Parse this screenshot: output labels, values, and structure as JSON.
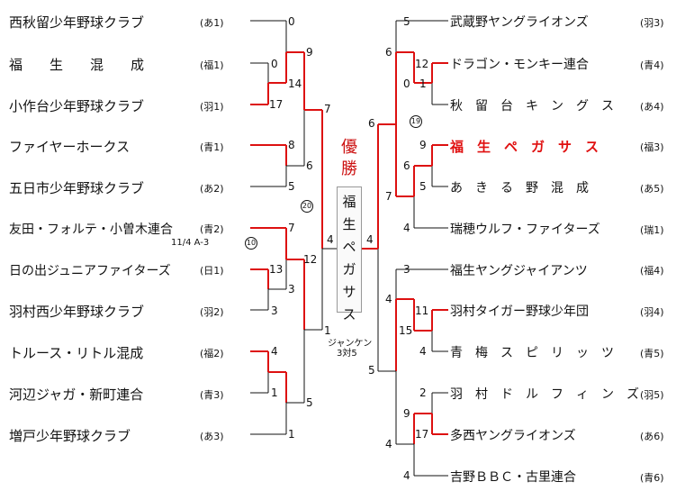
{
  "champion": {
    "title": "優勝",
    "name": "福生ペガサス"
  },
  "left_teams": [
    {
      "name": "西秋留少年野球クラブ",
      "region": "(あ1)"
    },
    {
      "name": "福　　生　　混　　成",
      "region": "(福1)"
    },
    {
      "name": "小作台少年野球クラブ",
      "region": "(羽1)"
    },
    {
      "name": "ファイヤーホークス",
      "region": "(青1)"
    },
    {
      "name": "五日市少年野球クラブ",
      "region": "(あ2)"
    },
    {
      "name": "友田・フォルテ・小曽木連合",
      "region": "(青2)"
    },
    {
      "name": "日の出ジュニアファイターズ",
      "region": "(日1)"
    },
    {
      "name": "羽村西少年野球クラブ",
      "region": "(羽2)"
    },
    {
      "name": "トルース・リトル混成",
      "region": "(福2)"
    },
    {
      "name": "河辺ジャガ・新町連合",
      "region": "(青3)"
    },
    {
      "name": "増戸少年野球クラブ",
      "region": "(あ3)"
    }
  ],
  "right_teams": [
    {
      "name": "武蔵野ヤングライオンズ",
      "region": "(羽3)"
    },
    {
      "name": "ドラゴン・モンキー連合",
      "region": "(青4)"
    },
    {
      "name": "秋　留　台　キ　ン　グ　ス",
      "region": "(あ4)"
    },
    {
      "name": "福　生　ペ　ガ　サ　ス",
      "region": "(福3)",
      "winner": true
    },
    {
      "name": "あ　き　る　野　混　成",
      "region": "(あ5)"
    },
    {
      "name": "瑞穂ウルフ・ファイターズ",
      "region": "(瑞1)"
    },
    {
      "name": "福生ヤングジャイアンツ",
      "region": "(福4)"
    },
    {
      "name": "羽村タイガー野球少年団",
      "region": "(羽4)"
    },
    {
      "name": "青　梅　ス　ピ　リ　ッ　ツ",
      "region": "(青5)"
    },
    {
      "name": "羽　村　ド　ル　フ　ィ　ン　ズ",
      "region": "(羽5)"
    },
    {
      "name": "多西ヤングライオンズ",
      "region": "(あ6)"
    },
    {
      "name": "吉野ＢＢＣ・古里連合",
      "region": "(青6)"
    }
  ],
  "notes": {
    "game_info": "11/4 A-3",
    "janken_1": "ジャンケン",
    "janken_2": "3対5",
    "circle_a": "20",
    "circle_b": "10",
    "circle_c": "19"
  },
  "scores": {
    "l1": "0",
    "l2": "0",
    "l3": "17",
    "l2b": "14",
    "l23": "9",
    "l4": "8",
    "l5": "5",
    "l45": "6",
    "lq1": "7",
    "l6": "7",
    "l7": "13",
    "l8": "3",
    "l78": "3",
    "l678": "12",
    "l9": "4",
    "l10": "1",
    "l910": "5",
    "l11": "1",
    "lq2": "1",
    "lfinal": "4",
    "rfinal": "4",
    "r1": "5",
    "r2": "12",
    "r3": "1",
    "r23": "0",
    "r123": "6",
    "r4": "9",
    "r5": "5",
    "r45": "6",
    "r6": "4",
    "r456": "7",
    "rq1": "6",
    "r7": "3",
    "r8": "11",
    "r9": "4",
    "r89": "15",
    "r789": "4",
    "r10": "2",
    "r11": "17",
    "r1011": "9",
    "r12": "4",
    "r101112": "4",
    "rq2": "5"
  },
  "colors": {
    "win_line": "#dd1111",
    "line": "#111111",
    "champion": "#cc1010"
  }
}
